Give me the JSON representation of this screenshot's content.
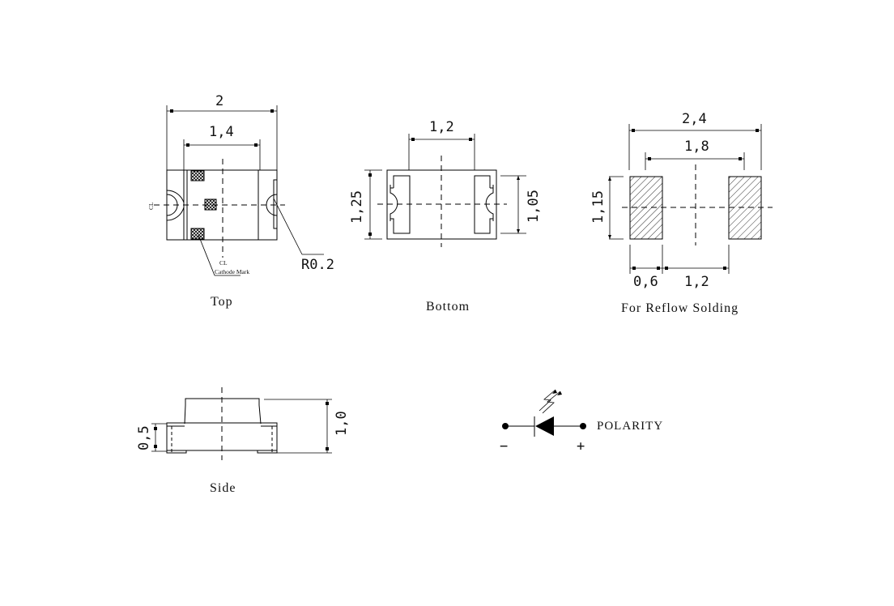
{
  "views": {
    "top": {
      "label": "Top",
      "dim_overall_width": "2",
      "dim_inner_width": "1,4",
      "radius_callout": "R0.2",
      "cathode_mark_label": "Cathode Mark",
      "centerline_symbol": "CL"
    },
    "bottom": {
      "label": "Bottom",
      "dim_center_width": "1,2",
      "dim_height": "1,25",
      "dim_inner_height": "1,05"
    },
    "reflow": {
      "label": "For Reflow Solding",
      "dim_overall_width": "2,4",
      "dim_pad_center_span": "1,8",
      "dim_pad_height": "1,15",
      "dim_pad_width": "0,6",
      "dim_pad_gap": "1,2"
    },
    "side": {
      "label": "Side",
      "dim_body_height": "0,5",
      "dim_total_height": "1,0"
    },
    "polarity": {
      "label": "POLARITY",
      "negative_symbol": "−",
      "positive_symbol": "+"
    }
  },
  "colors": {
    "line": "#000000",
    "background": "#ffffff"
  }
}
